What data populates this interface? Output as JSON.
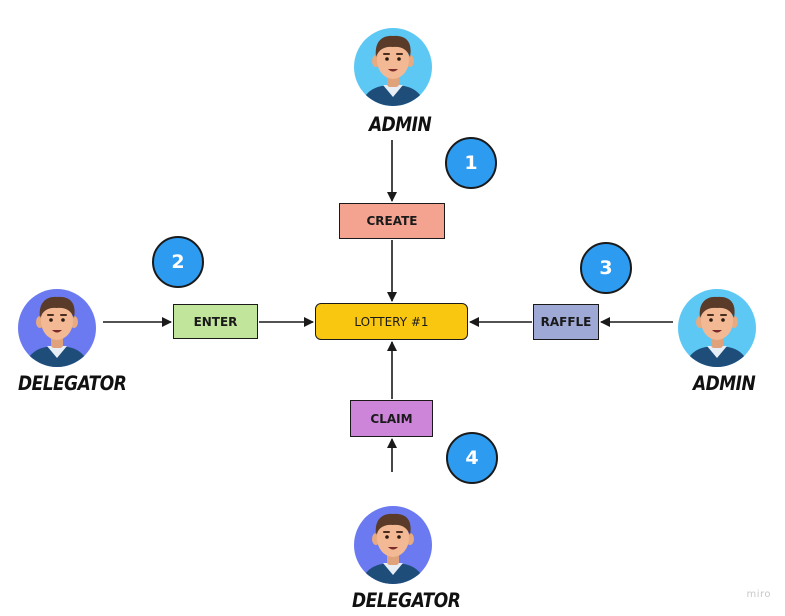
{
  "nodes": {
    "create": {
      "label": "CREATE",
      "color": "#f4a391"
    },
    "enter": {
      "label": "ENTER",
      "color": "#c2e59c"
    },
    "lottery": {
      "label": "LOTTERY #1",
      "color": "#fac710"
    },
    "raffle": {
      "label": "RAFFLE",
      "color": "#9ea9d6"
    },
    "claim": {
      "label": "CLAIM",
      "color": "#cd85d9"
    }
  },
  "badges": [
    {
      "number": "1"
    },
    {
      "number": "2"
    },
    {
      "number": "3"
    },
    {
      "number": "4"
    }
  ],
  "badge_color": "#2d9bf0",
  "actors": {
    "top": {
      "role": "ADMIN",
      "bg_color": "#5ec8f5",
      "icon": "admin-avatar-icon"
    },
    "left": {
      "role": "DELEGATOR",
      "bg_color": "#6b7af0",
      "icon": "delegator-avatar-icon"
    },
    "right": {
      "role": "ADMIN",
      "bg_color": "#5ec8f5",
      "icon": "admin-avatar-icon"
    },
    "bottom": {
      "role": "DELEGATOR",
      "bg_color": "#6b7af0",
      "icon": "delegator-avatar-icon"
    }
  },
  "watermark": "miro"
}
